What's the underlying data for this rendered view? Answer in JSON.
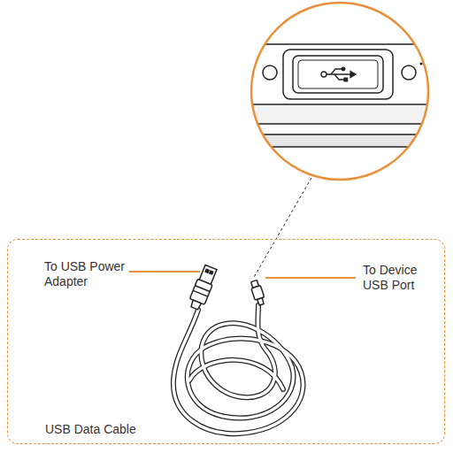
{
  "diagram": {
    "nodes": [
      {
        "text": [
          "USB Data Cable"
        ]
      }
    ],
    "labels": [
      "To USB Power Adapter",
      "To Device USB Port"
    ]
  }
}
